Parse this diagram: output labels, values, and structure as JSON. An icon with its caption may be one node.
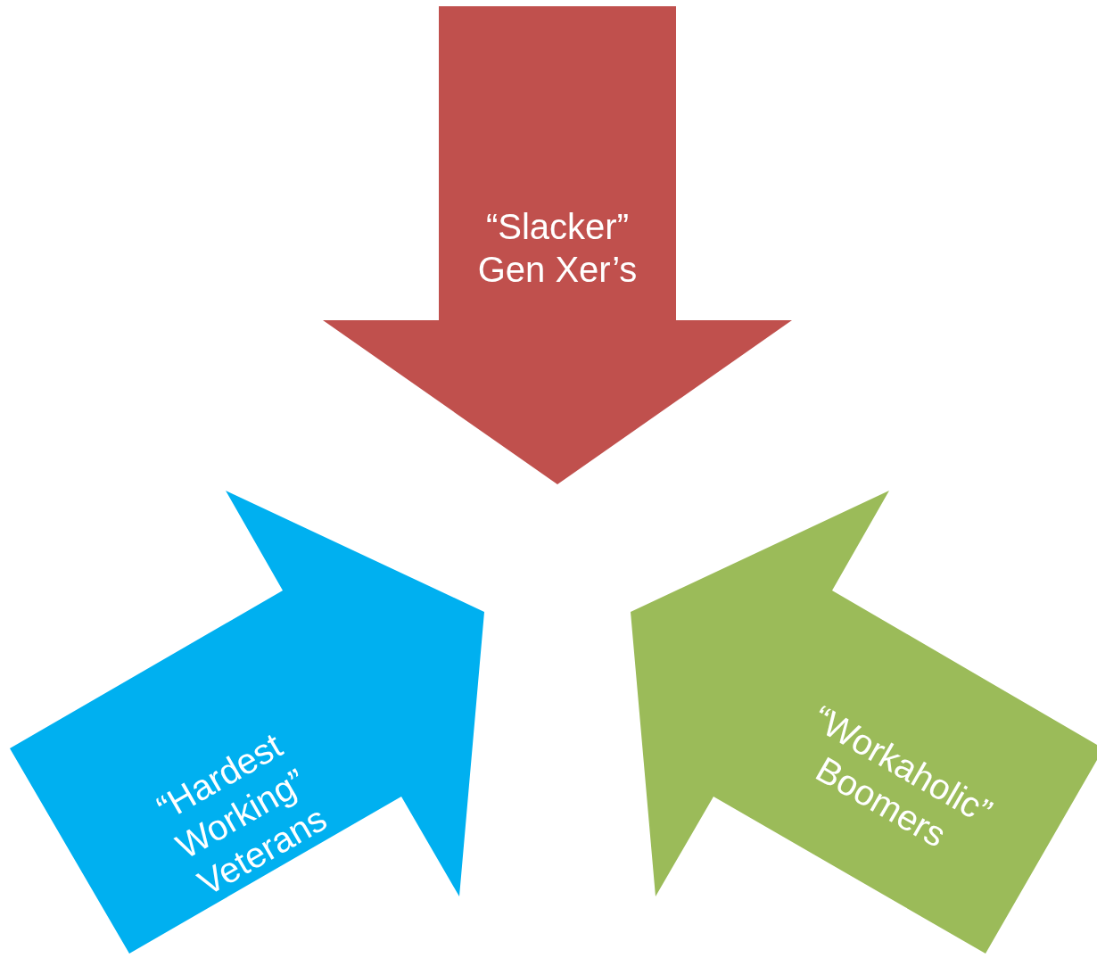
{
  "diagram": {
    "nodes": [
      {
        "text": [
          "“Slacker” Gen Xer’s"
        ]
      },
      {
        "text": [
          "“Hardest Working” Veterans"
        ]
      },
      {
        "text": [
          "“Workaholic” Boomers"
        ]
      }
    ]
  }
}
